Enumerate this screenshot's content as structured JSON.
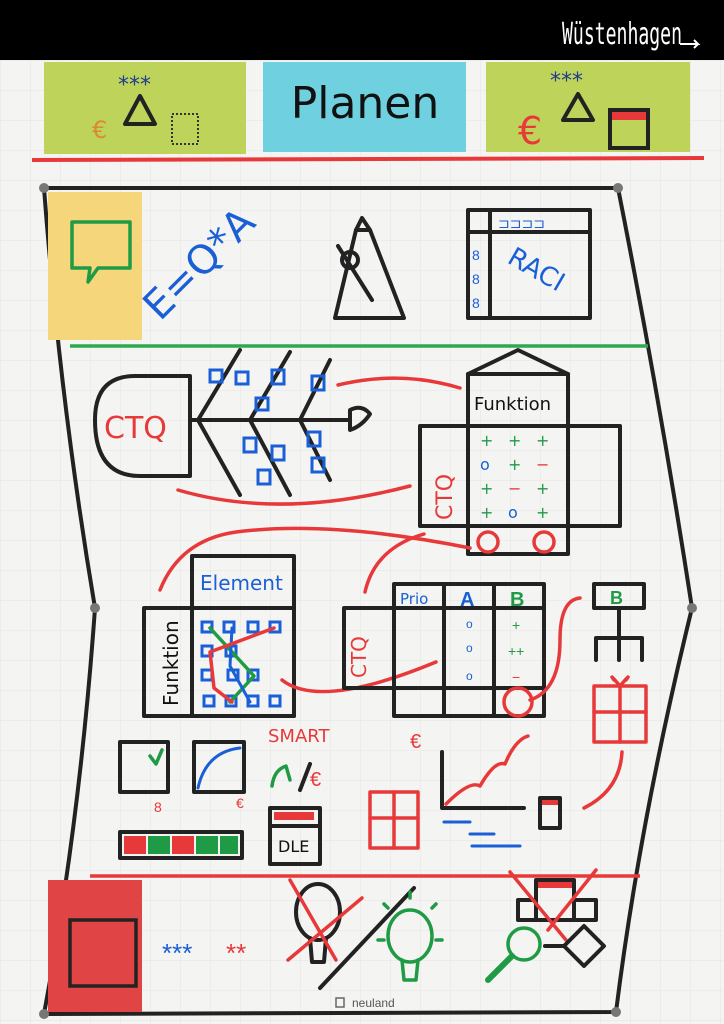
{
  "header": {
    "brand": "Wüstenhagen"
  },
  "cards": {
    "left": {
      "stars": "***",
      "euro": "€"
    },
    "title": "Planen",
    "right": {
      "stars": "***",
      "euro": "€"
    }
  },
  "section1": {
    "formula": "E=Q*A",
    "raci": "RACI"
  },
  "section2": {
    "ctq": "CTQ",
    "funktion": "Funktion",
    "ctq_vertical": "CTQ",
    "matrix": [
      [
        "+",
        "+",
        "+"
      ],
      [
        "o",
        "+",
        "−"
      ],
      [
        "+",
        "−",
        "+"
      ],
      [
        "+",
        "o",
        "+"
      ]
    ]
  },
  "section3": {
    "funktion": "Funktion",
    "element": "Element",
    "ctq": "CTQ",
    "prio": "Prio",
    "col_a": "A",
    "col_b": "B",
    "a_values": [
      "o",
      "o",
      "o"
    ],
    "b_values": [
      "+",
      "++",
      "−"
    ],
    "tree_b": "B",
    "smart": "SMART",
    "euro1": "€",
    "euro2": "€",
    "euro3": "€",
    "dle": "DLE"
  },
  "section4": {
    "stars_blue": "***",
    "stars_red": "**"
  },
  "footer": {
    "logo": "neuland"
  },
  "colors": {
    "green_card": "#bed35a",
    "blue_card": "#6fd0e0",
    "yellow": "#f5d67a",
    "red": "#e8393a",
    "blue_ink": "#1a5fd6",
    "green_ink": "#1f9a45"
  }
}
